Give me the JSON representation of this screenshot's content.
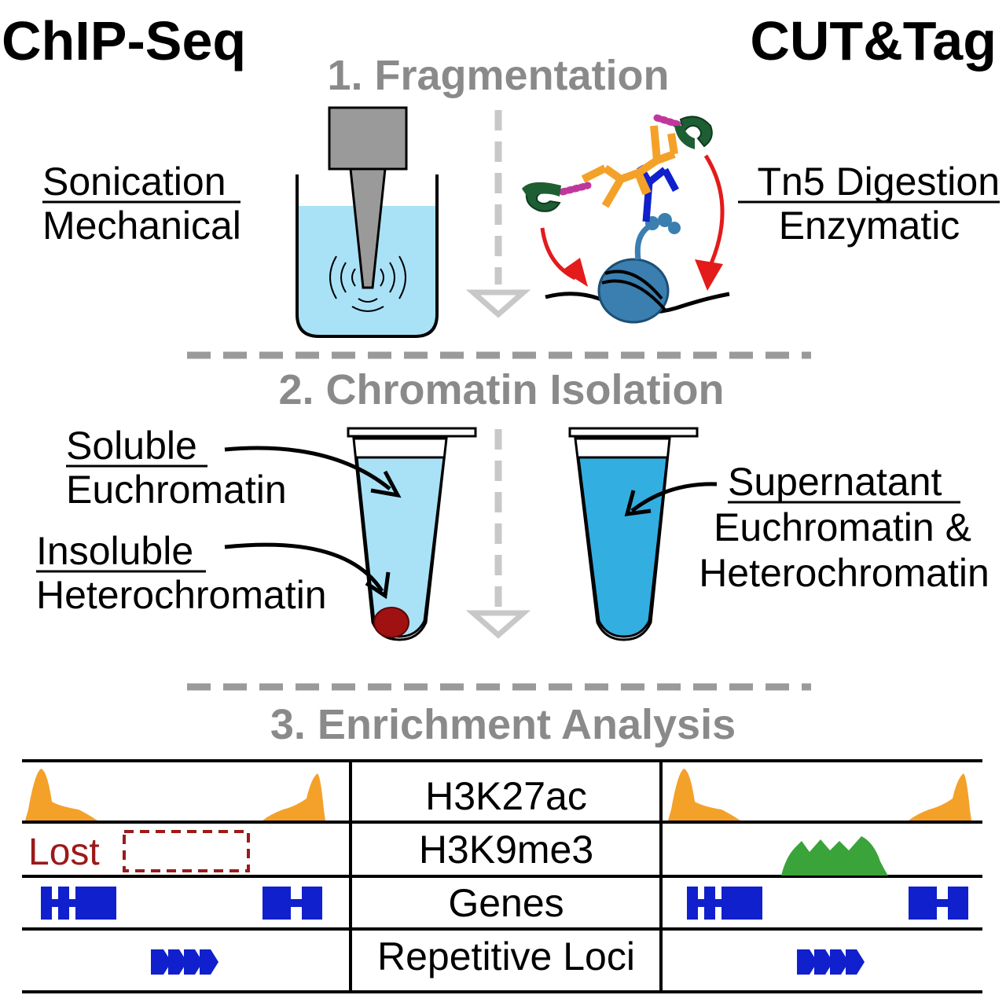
{
  "header": {
    "left_method": "ChIP-Seq",
    "right_method": "CUT&Tag"
  },
  "steps": {
    "step1": "1. Fragmentation",
    "step2": "2. Chromatin Isolation",
    "step3": "3. Enrichment Analysis"
  },
  "fragmentation": {
    "left_title": "Sonication",
    "left_subtitle": "Mechanical",
    "right_title": "Tn5 Digestion",
    "right_subtitle": "Enzymatic"
  },
  "isolation": {
    "soluble_title": "Soluble",
    "soluble_subtitle": "Euchromatin",
    "insoluble_title": "Insoluble",
    "insoluble_subtitle": "Heterochromatin",
    "supernatant_title": "Supernatant",
    "supernatant_line1": "Euchromatin &",
    "supernatant_line2": "Heterochromatin"
  },
  "enrichment": {
    "rows": [
      "H3K27ac",
      "H3K9me3",
      "Genes",
      "Repetitive Loci"
    ],
    "lost_label": "Lost"
  },
  "colors": {
    "step_gray": "#8a8a8a",
    "peak_orange": "#f4a12a",
    "peak_green": "#3aa33a",
    "gene_blue": "#1020cc",
    "lost_red": "#9b1a1a",
    "liquid_light": "#a9e2f7",
    "liquid_dark": "#33aee0",
    "arrow_red": "#e31b1b",
    "nucleosome": "#3a7fb0"
  }
}
